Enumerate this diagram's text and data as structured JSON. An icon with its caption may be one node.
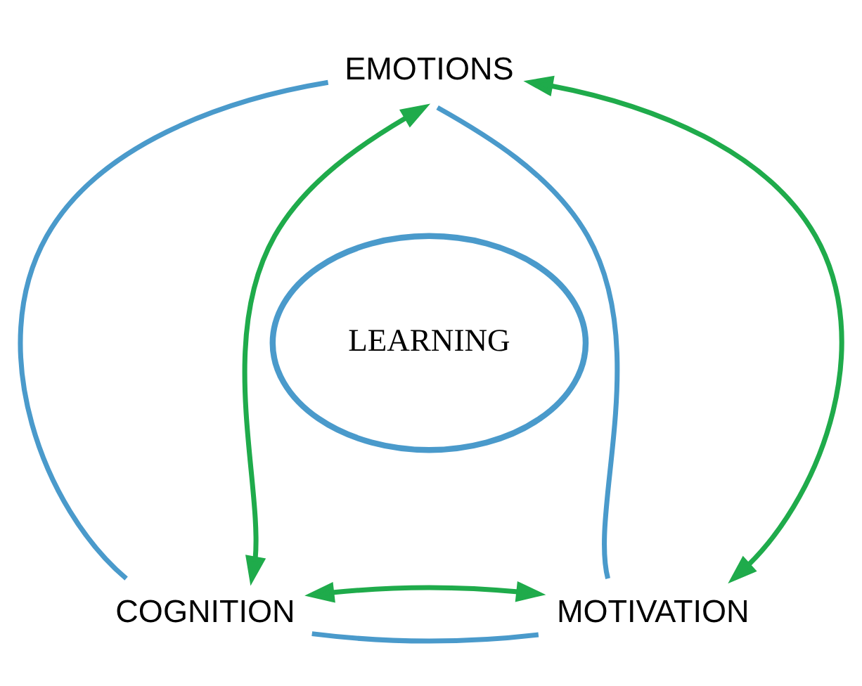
{
  "diagram": {
    "nodes": [
      {
        "text": [
          "EMOTIONS"
        ]
      },
      {
        "text": [
          "LEARNING"
        ]
      },
      {
        "text": [
          "COGNITION"
        ]
      },
      {
        "text": [
          "MOTIVATION"
        ]
      }
    ],
    "edges": [
      {
        "from": 0,
        "to": 2,
        "arrow": "none",
        "color": "#4a9acb"
      },
      {
        "from": 0,
        "to": 3,
        "arrow": "none",
        "color": "#4a9acb"
      },
      {
        "from": 2,
        "to": 3,
        "arrow": "none",
        "color": "#4a9acb"
      },
      {
        "from": 0,
        "to": 2,
        "arrow": "both",
        "color": "#1fab4b"
      },
      {
        "from": 0,
        "to": 3,
        "arrow": "both",
        "color": "#1fab4b"
      },
      {
        "from": 2,
        "to": 3,
        "arrow": "both",
        "color": "#1fab4b"
      }
    ]
  }
}
